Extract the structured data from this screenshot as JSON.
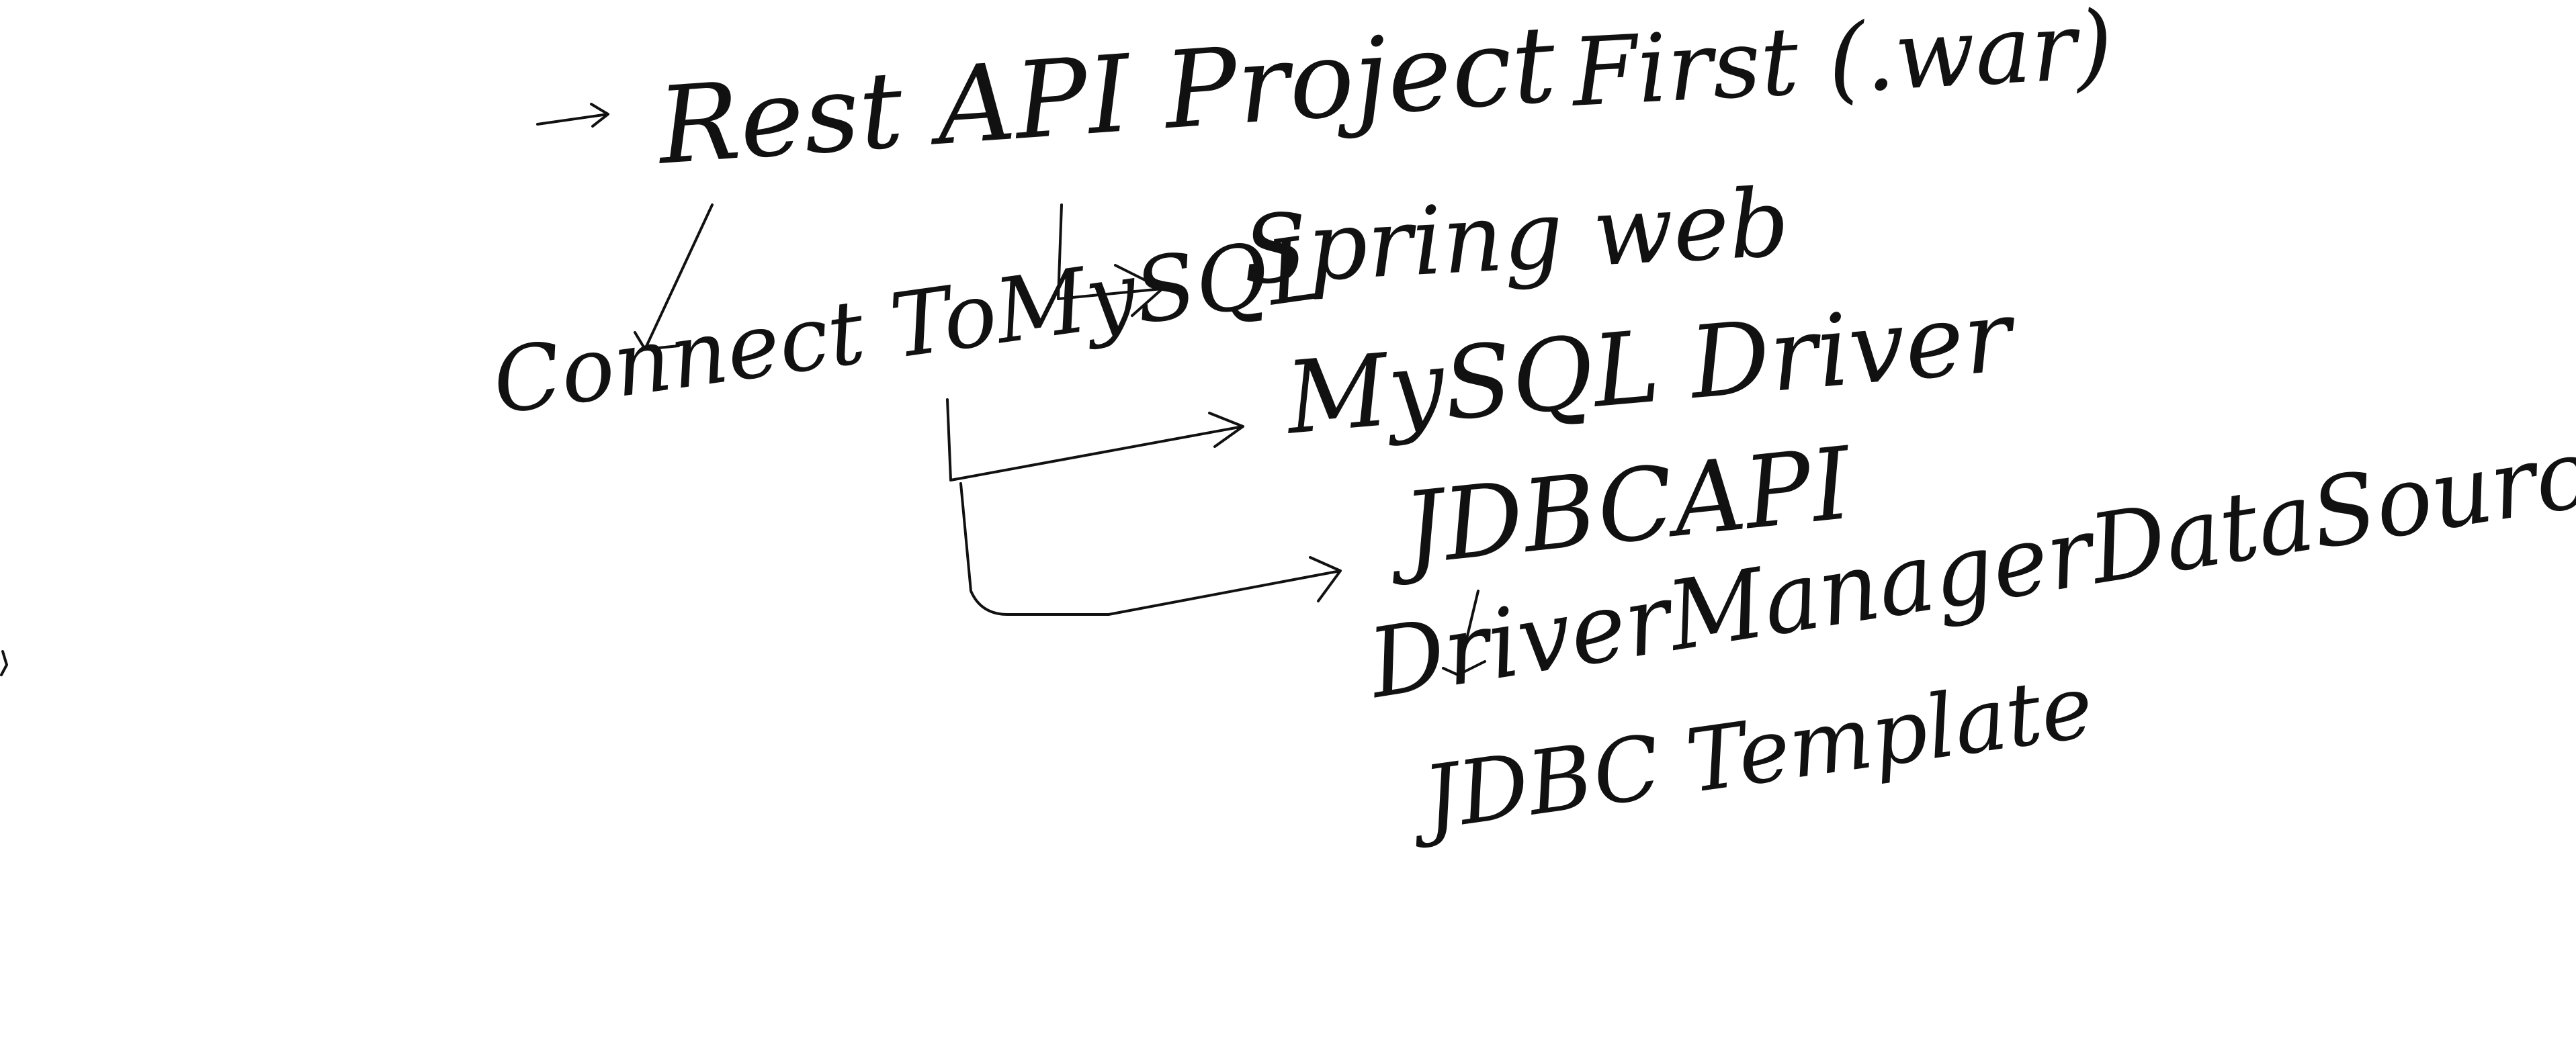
{
  "notes": {
    "rest_api_project": "Rest API Project",
    "first_war": "First (.war)",
    "spring_web": "Spring web",
    "connect_to_mysql": "Connect ToMySQL",
    "mysql_driver": "MySQL Driver",
    "jdbc_api": "JDBCAPI",
    "driver_manager_datasource": "DriverManagerDataSource",
    "jdbc_template": "JDBC Template"
  },
  "ink_color": "#111111"
}
